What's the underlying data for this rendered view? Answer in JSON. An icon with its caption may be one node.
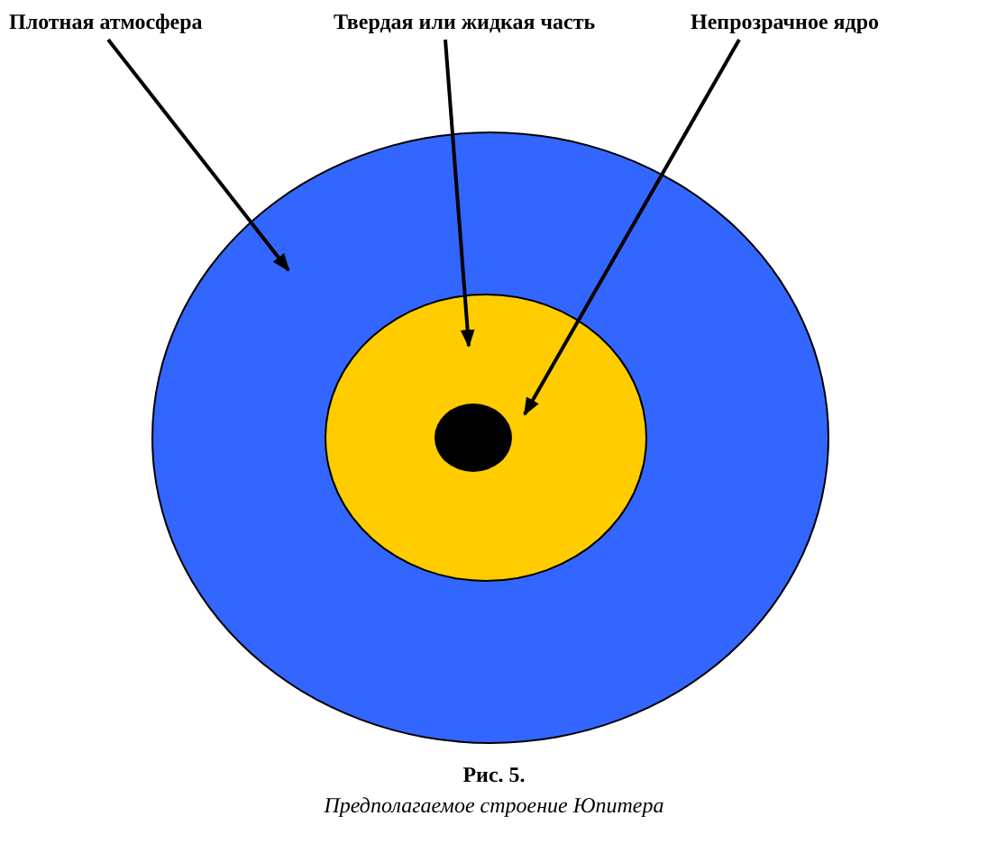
{
  "diagram": {
    "caption": "Рис. 5.",
    "nodes": [
      {
        "text": [
          "Плотная атмосфера"
        ]
      },
      {
        "text": [
          "Твердая или жидкая часть"
        ]
      },
      {
        "text": [
          "Непрозрачное ядро"
        ]
      },
      {
        "text": [],
        "shape": "ellipse"
      },
      {
        "text": [],
        "shape": "ellipse",
        "in": 3
      },
      {
        "text": [],
        "shape": "ellipse",
        "in": 4
      }
    ],
    "edges": [
      {
        "from": 0,
        "to": 3,
        "arrow": "to"
      },
      {
        "from": 1,
        "to": 4,
        "arrow": "to"
      },
      {
        "from": 2,
        "to": 5,
        "arrow": "to"
      }
    ],
    "labels": [
      "Предполагаемое строение Юпитера"
    ]
  }
}
